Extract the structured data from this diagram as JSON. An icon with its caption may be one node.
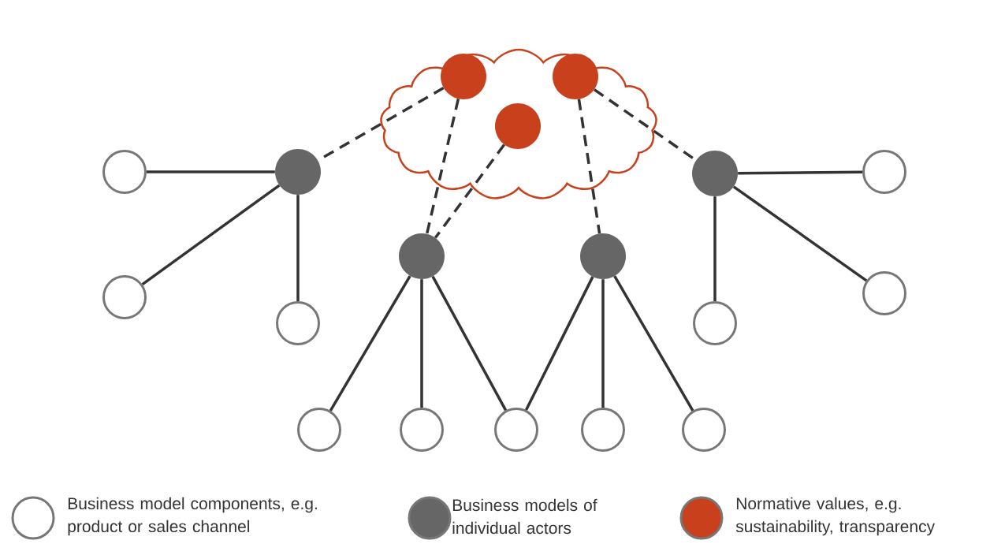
{
  "diagram": {
    "nodes": [
      {
        "text": [],
        "shape": "cloud"
      },
      {
        "text": [],
        "shape": "circle",
        "in": 0
      },
      {
        "text": [],
        "shape": "circle",
        "in": 0
      },
      {
        "text": [],
        "shape": "circle",
        "in": 0
      },
      {
        "text": [],
        "shape": "circle"
      },
      {
        "text": [],
        "shape": "circle"
      },
      {
        "text": [],
        "shape": "circle"
      },
      {
        "text": [],
        "shape": "circle"
      },
      {
        "text": [],
        "shape": "circle"
      },
      {
        "text": [],
        "shape": "circle"
      },
      {
        "text": [],
        "shape": "circle"
      },
      {
        "text": [],
        "shape": "circle"
      },
      {
        "text": [],
        "shape": "circle"
      },
      {
        "text": [],
        "shape": "circle"
      },
      {
        "text": [],
        "shape": "circle"
      },
      {
        "text": [],
        "shape": "circle"
      },
      {
        "text": [],
        "shape": "circle"
      },
      {
        "text": [],
        "shape": "circle"
      },
      {
        "text": [],
        "shape": "circle"
      }
    ],
    "edges": [
      {
        "from": 1,
        "to": 4,
        "arrow": "none",
        "style": "dashed"
      },
      {
        "from": 1,
        "to": 6,
        "arrow": "none",
        "style": "dashed"
      },
      {
        "from": 3,
        "to": 6,
        "arrow": "none",
        "style": "dashed"
      },
      {
        "from": 2,
        "to": 7,
        "arrow": "none",
        "style": "dashed"
      },
      {
        "from": 2,
        "to": 5,
        "arrow": "none",
        "style": "dashed"
      },
      {
        "from": 4,
        "to": 8,
        "arrow": "none"
      },
      {
        "from": 4,
        "to": 10,
        "arrow": "none"
      },
      {
        "from": 4,
        "to": 11,
        "arrow": "none"
      },
      {
        "from": 5,
        "to": 9,
        "arrow": "none"
      },
      {
        "from": 5,
        "to": 17,
        "arrow": "none"
      },
      {
        "from": 5,
        "to": 18,
        "arrow": "none"
      },
      {
        "from": 6,
        "to": 12,
        "arrow": "none"
      },
      {
        "from": 6,
        "to": 13,
        "arrow": "none"
      },
      {
        "from": 6,
        "to": 14,
        "arrow": "none"
      },
      {
        "from": 7,
        "to": 14,
        "arrow": "none"
      },
      {
        "from": 7,
        "to": 15,
        "arrow": "none"
      },
      {
        "from": 7,
        "to": 16,
        "arrow": "none"
      }
    ],
    "legend": [
      {
        "text": "Business model components, e.g. product or sales channel"
      },
      {
        "text": "Business models of individual actors",
        "color": "#666666"
      },
      {
        "text": "Normative values, e.g. sustainability, transparency",
        "color": "#c8401c"
      }
    ]
  }
}
